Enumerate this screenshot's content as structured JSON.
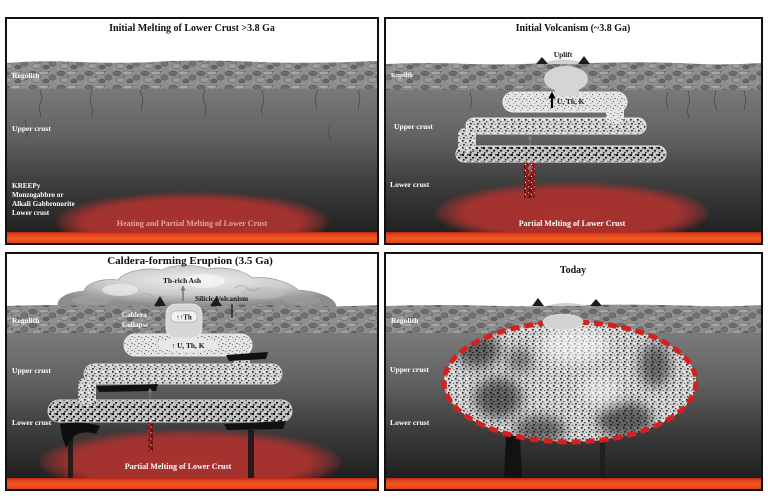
{
  "panels": {
    "melting": {
      "title": "Initial Melting of Lower Crust >3.8 Ga",
      "regolith": "Regolith",
      "upper_crust": "Upper crust",
      "kreepy_lines": [
        "KREEPy",
        "Monzogabbro or",
        "Alkali Gabbronorite",
        "Lower crust"
      ],
      "melt_label": "Heating and Partial Melting of Lower Crust"
    },
    "volcanism": {
      "title": "Initial Volcanism (~3.8 Ga)",
      "uplift": "Uplift",
      "regolith": "Regolith",
      "enrichment": "U, Th, K",
      "upper_crust": "Upper crust",
      "lower_crust": "Lower crust",
      "melt_label": "Partial Melting of Lower Crust"
    },
    "caldera": {
      "title": "Caldera-forming Eruption (3.5 Ga)",
      "ash": "Th-rich Ash",
      "silicic": "Silicic Volcanism",
      "regolith": "Regolith",
      "caldera_lines": [
        "Caldera",
        "Collapse"
      ],
      "thorium": "↑↑Th",
      "enrichment": "↑ U, Th, K",
      "upper_crust": "Upper crust",
      "lower_crust": "Lower crust",
      "melt_label": "Partial Melting of Lower Crust"
    },
    "today": {
      "title": "Today",
      "regolith": "Regolith",
      "upper_crust": "Upper crust",
      "lower_crust": "Lower crust"
    }
  },
  "colors": {
    "melt": "#a8322f",
    "lava": "#f0581e",
    "outline_dash": "#d42020",
    "regolith": "#8f8f8f"
  }
}
